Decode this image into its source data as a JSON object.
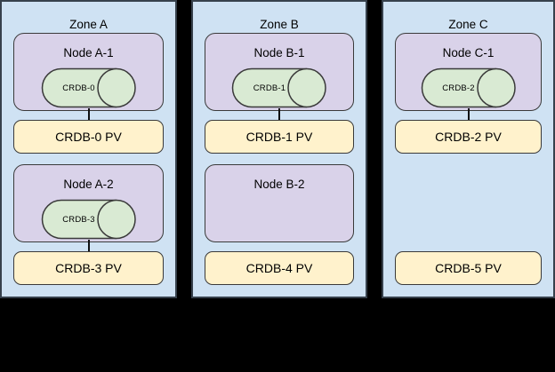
{
  "palette": {
    "background": "#000000",
    "zone_fill": "#cfe2f3",
    "node_fill": "#d9d2e9",
    "pod_fill": "#d9ead3",
    "pv_fill": "#fff2cc",
    "border": "#3a3a3a"
  },
  "zones": [
    {
      "title": "Zone A",
      "nodes": [
        {
          "label": "Node A-1",
          "pod": "CRDB-0"
        },
        {
          "label": "Node A-2",
          "pod": "CRDB-3"
        }
      ],
      "pvs": [
        "CRDB-0 PV",
        "CRDB-3 PV"
      ]
    },
    {
      "title": "Zone B",
      "nodes": [
        {
          "label": "Node B-1",
          "pod": "CRDB-1"
        },
        {
          "label": "Node B-2"
        }
      ],
      "pvs": [
        "CRDB-1 PV",
        "CRDB-4 PV"
      ]
    },
    {
      "title": "Zone C",
      "nodes": [
        {
          "label": "Node C-1",
          "pod": "CRDB-2"
        }
      ],
      "pvs": [
        "CRDB-2 PV",
        "CRDB-5 PV"
      ]
    }
  ]
}
